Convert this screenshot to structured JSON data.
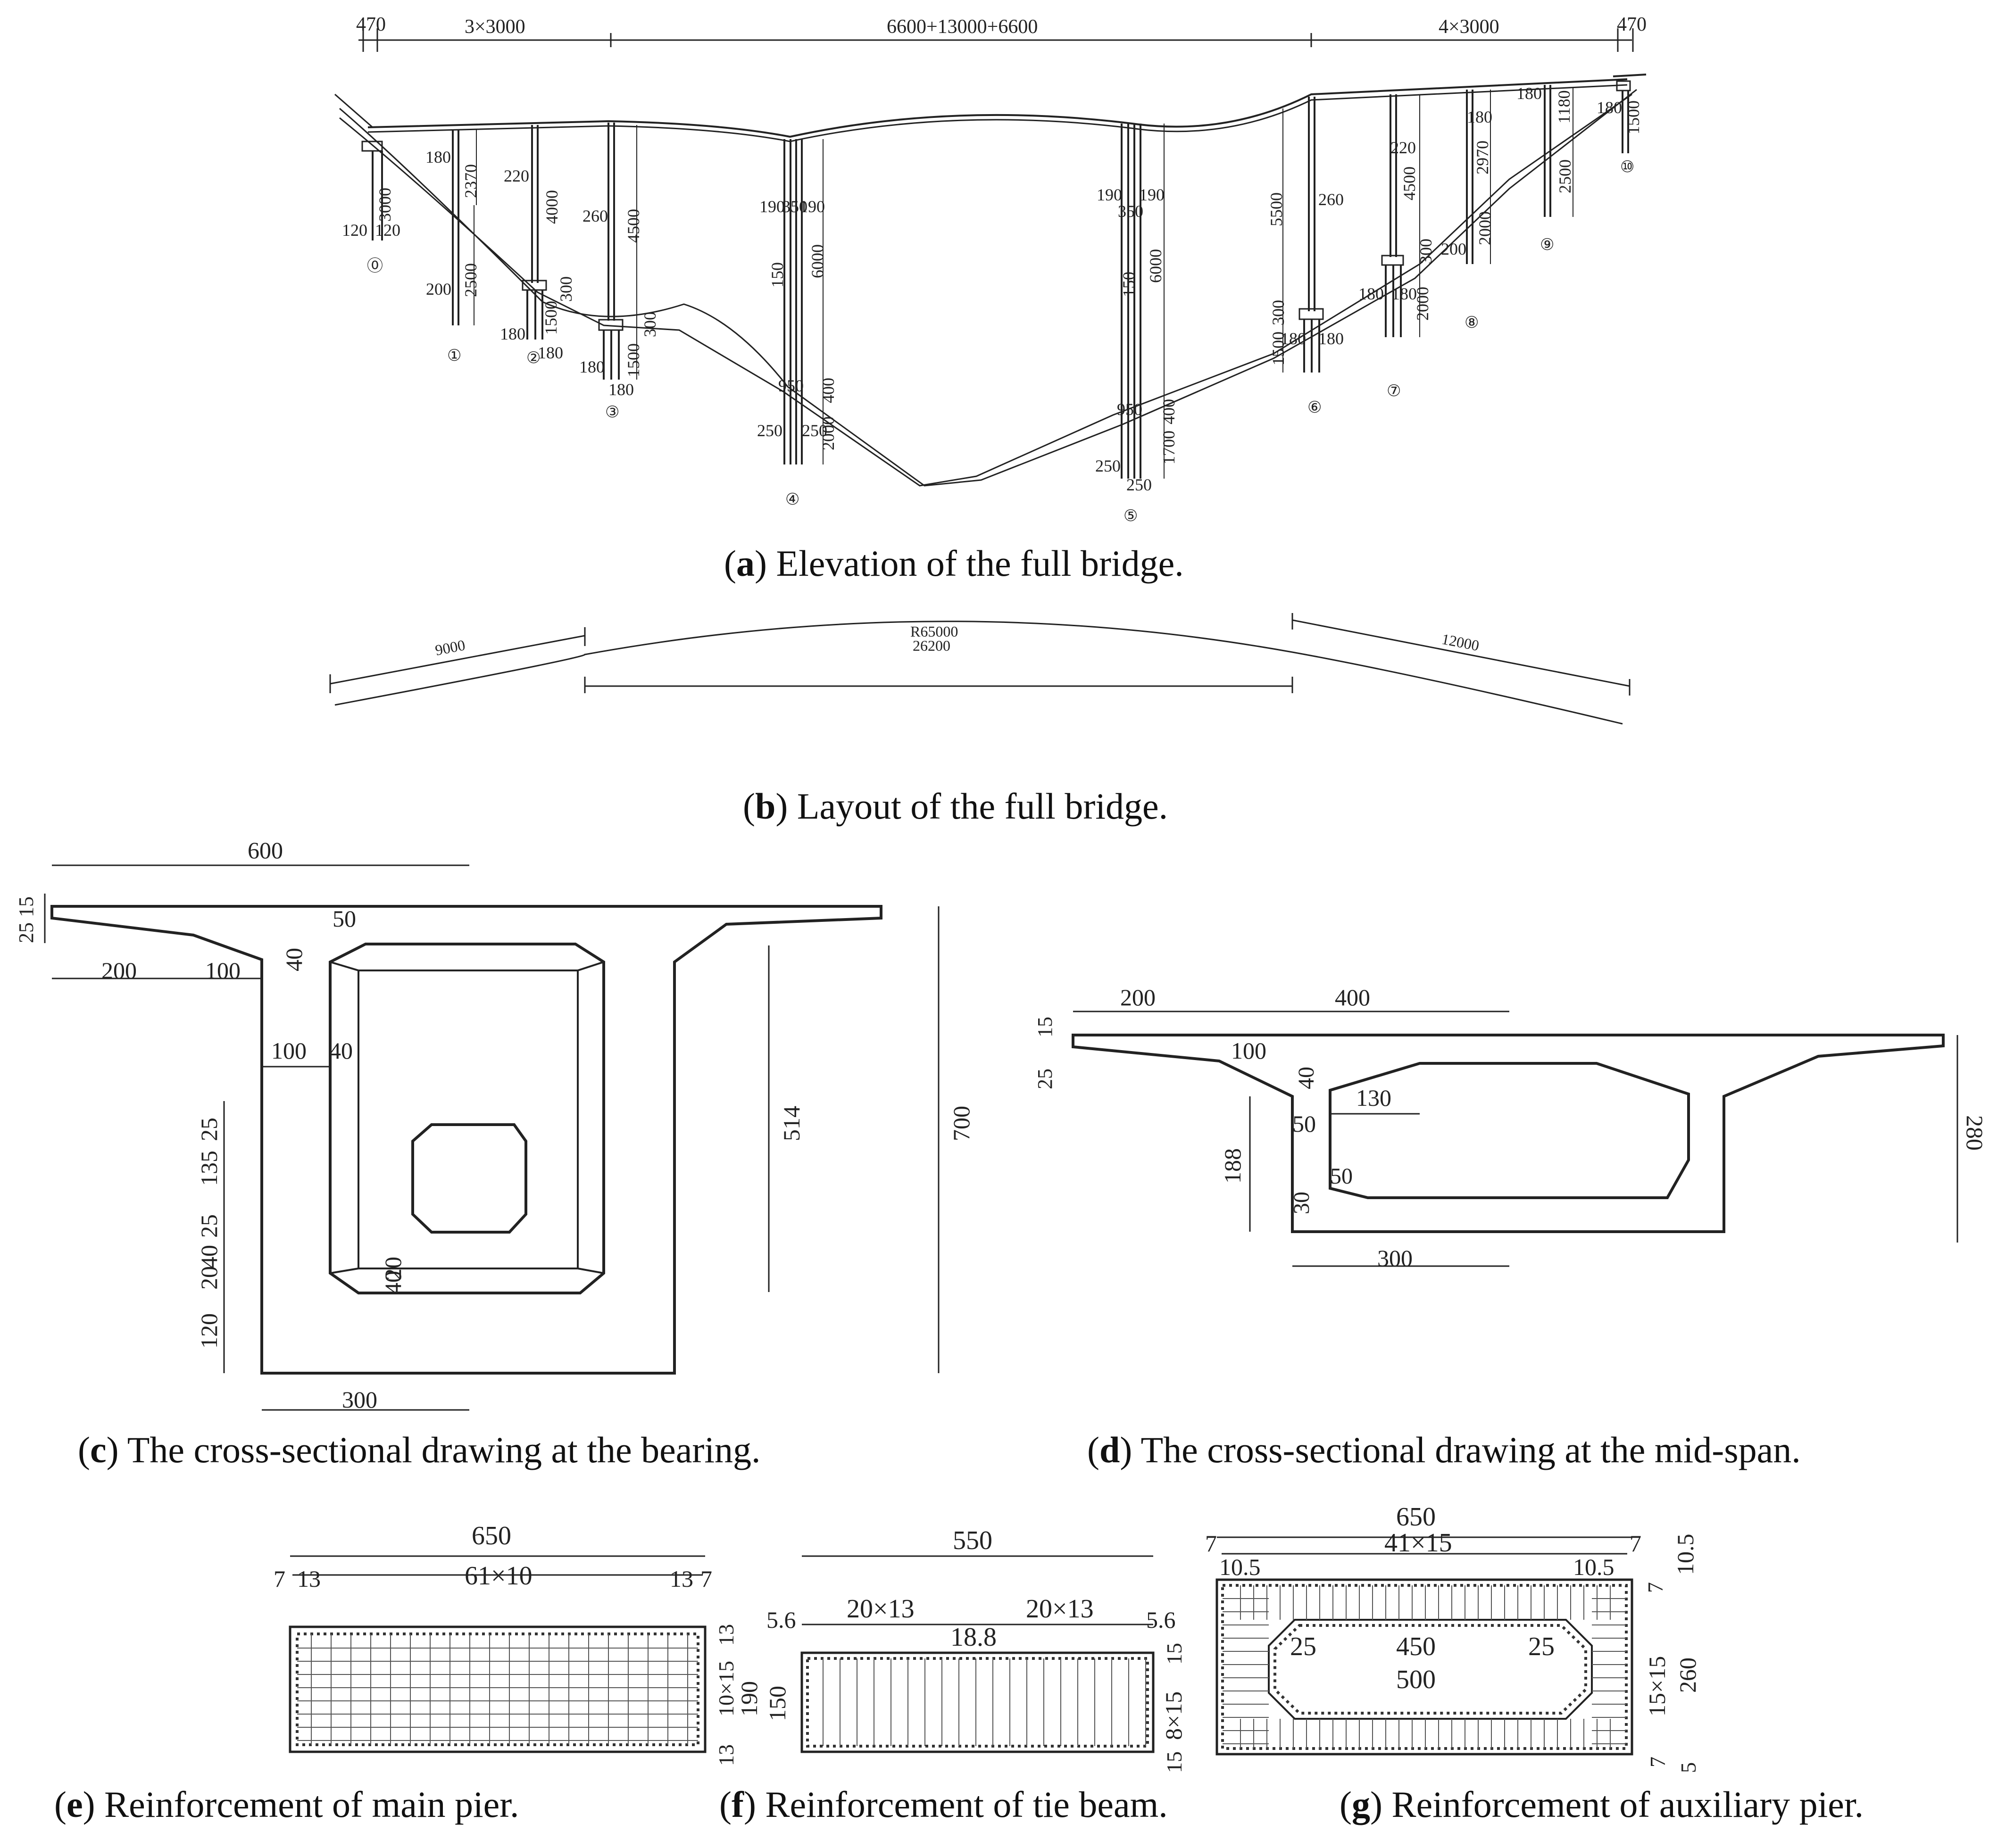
{
  "captions": {
    "a": {
      "letter": "a",
      "text": "Elevation of the full bridge."
    },
    "b": {
      "letter": "b",
      "text": "Layout of the full bridge."
    },
    "c": {
      "letter": "c",
      "text": "The cross-sectional drawing at the bearing."
    },
    "d": {
      "letter": "d",
      "text": "The cross-sectional drawing at the mid-span."
    },
    "e": {
      "letter": "e",
      "text": "Reinforcement of main pier."
    },
    "f": {
      "letter": "f",
      "text": "Reinforcement of tie beam."
    },
    "g": {
      "letter": "g",
      "text": "Reinforcement of auxiliary pier."
    }
  },
  "elevation": {
    "top_dims": [
      "470",
      "3×3000",
      "6600+13000+6600",
      "4×3000",
      "470"
    ],
    "pier_numbers": [
      "⓪",
      "①",
      "②",
      "③",
      "④",
      "⑤",
      "⑥",
      "⑦",
      "⑧",
      "⑨",
      "⑩"
    ],
    "pier0": [
      "3000",
      "120",
      "120"
    ],
    "pier1": [
      "180",
      "2370",
      "2500",
      "200"
    ],
    "pier2": [
      "220",
      "4000",
      "300",
      "1500",
      "180",
      "180"
    ],
    "pier3": [
      "260",
      "4500",
      "300",
      "1500",
      "180",
      "180"
    ],
    "pier4": [
      "190",
      "350",
      "190",
      "150",
      "6000",
      "950",
      "400",
      "2000",
      "250",
      "250"
    ],
    "pier5": [
      "190",
      "350",
      "190",
      "150",
      "6000",
      "950",
      "400",
      "1700",
      "250",
      "250"
    ],
    "pier6": [
      "5500",
      "260",
      "300",
      "1500",
      "180",
      "180"
    ],
    "pier7": [
      "220",
      "4500",
      "300",
      "2000",
      "180",
      "180"
    ],
    "pier8": [
      "180",
      "2970",
      "2000",
      "200"
    ],
    "pier9": [
      "180",
      "1180",
      "2500"
    ],
    "pier10": [
      "180",
      "1500"
    ]
  },
  "layout": {
    "left": "9000",
    "radius": "R65000",
    "arc": "26200",
    "right": "12000"
  },
  "section_c": {
    "labels": [
      "600",
      "25",
      "15",
      "200",
      "100",
      "50",
      "40",
      "100",
      "40",
      "514",
      "700",
      "25",
      "135",
      "25",
      "20",
      "40",
      "120",
      "20",
      "40",
      "300"
    ]
  },
  "section_d": {
    "labels": [
      "200",
      "400",
      "15",
      "25",
      "100",
      "40",
      "130",
      "50",
      "188",
      "50",
      "30",
      "280",
      "300"
    ]
  },
  "rebar_e": {
    "labels": [
      "650",
      "7",
      "13",
      "61×10",
      "13",
      "7",
      "13",
      "10×15",
      "190",
      "13"
    ]
  },
  "rebar_f": {
    "labels": [
      "550",
      "5.6",
      "20×13",
      "18.8",
      "20×13",
      "5.6",
      "15",
      "150",
      "8×15",
      "15"
    ]
  },
  "rebar_g": {
    "labels": [
      "650",
      "7",
      "41×15",
      "7",
      "10.5",
      "10.5",
      "10.5",
      "7",
      "25",
      "450",
      "25",
      "500",
      "15×15",
      "260",
      "7",
      "5"
    ]
  }
}
